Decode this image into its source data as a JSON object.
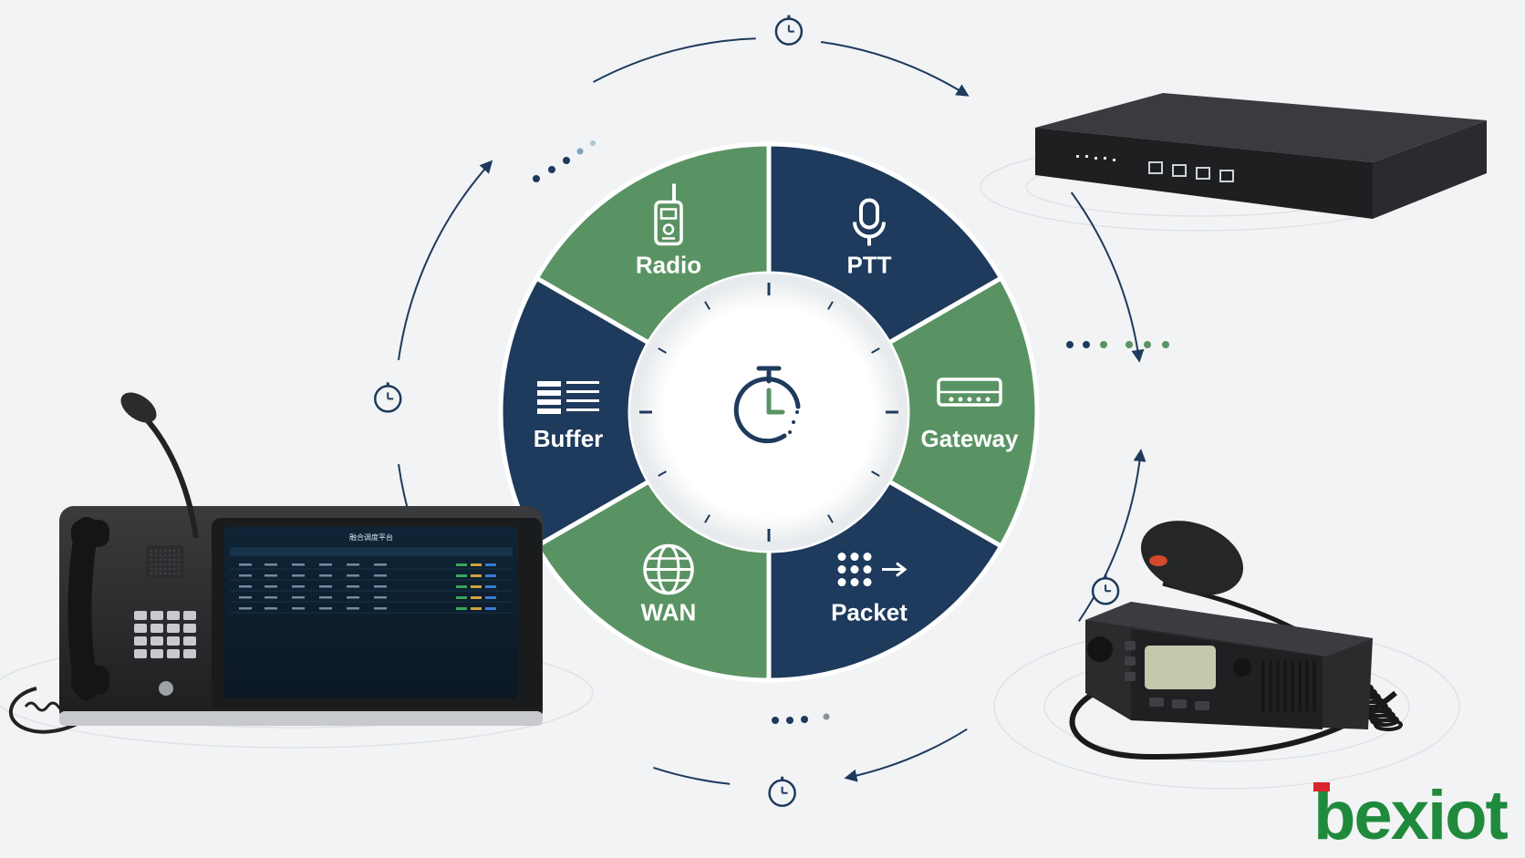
{
  "segments": [
    {
      "label": "PTT",
      "icon": "microphone-icon",
      "color": "#1e3a5c"
    },
    {
      "label": "Gateway",
      "icon": "gateway-icon",
      "color": "#5a9363"
    },
    {
      "label": "Packet",
      "icon": "packet-icon",
      "color": "#1e3a5c"
    },
    {
      "label": "WAN",
      "icon": "globe-icon",
      "color": "#5a9363"
    },
    {
      "label": "Buffer",
      "icon": "buffer-icon",
      "color": "#1e3a5c"
    },
    {
      "label": "Radio",
      "icon": "radio-icon",
      "color": "#5a9363"
    }
  ],
  "center_icon": "stopwatch-icon",
  "devices": [
    "dispatch-console",
    "network-gateway-device",
    "mobile-radio-device"
  ],
  "screen_title": "融合调度平台",
  "logo": {
    "text": "bexiot",
    "accent": "#d9232d",
    "color": "#1f8a3c"
  },
  "colors": {
    "navy": "#1e3a5c",
    "green": "#5a9363",
    "background": "#f2f3f4"
  }
}
